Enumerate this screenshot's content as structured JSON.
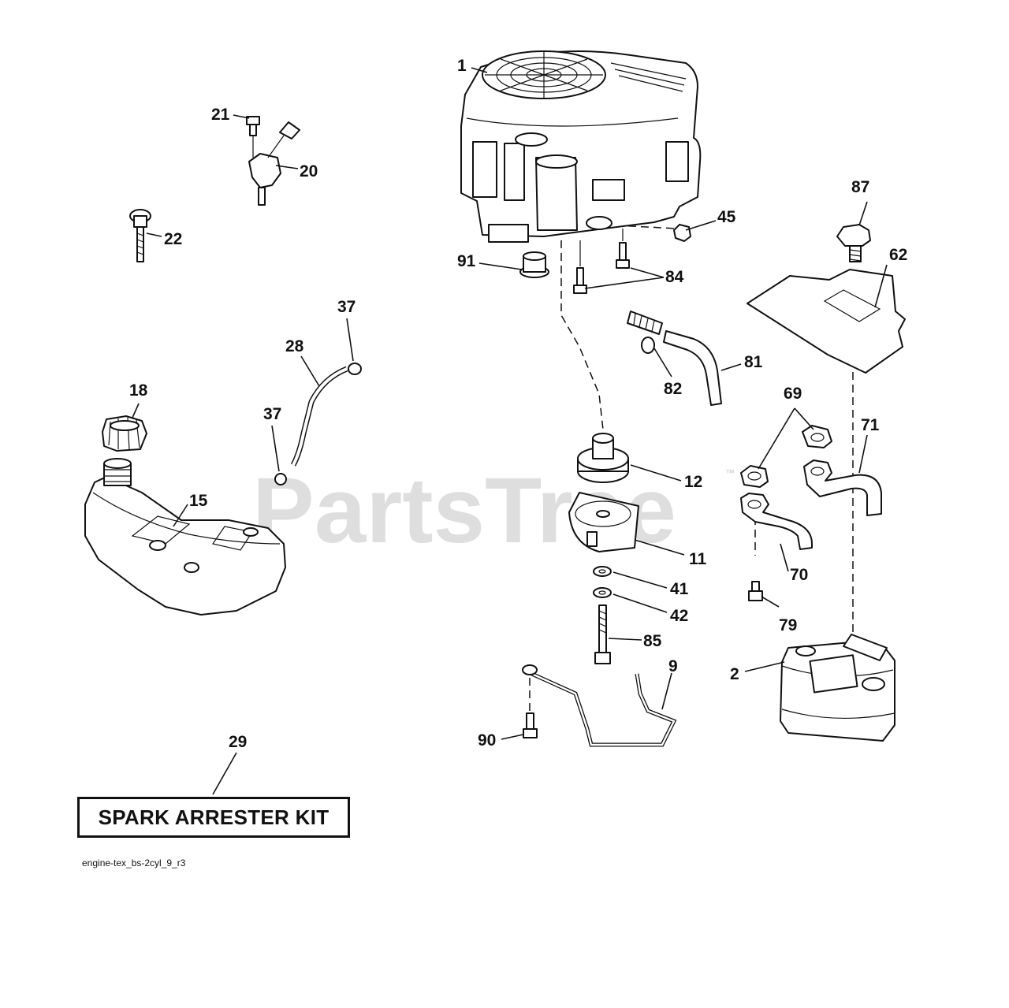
{
  "watermark": {
    "text": "PartsTree",
    "mark": "™"
  },
  "spark_arrester_kit": {
    "label": "SPARK ARRESTER KIT"
  },
  "reference_code": "engine-tex_bs-2cyl_9_r3",
  "callouts": {
    "c1": "1",
    "c2": "2",
    "c9": "9",
    "c11": "11",
    "c12": "12",
    "c15": "15",
    "c18": "18",
    "c20": "20",
    "c21": "21",
    "c22": "22",
    "c28": "28",
    "c29": "29",
    "c37a": "37",
    "c37b": "37",
    "c41": "41",
    "c42": "42",
    "c45": "45",
    "c62": "62",
    "c69": "69",
    "c70": "70",
    "c71": "71",
    "c79": "79",
    "c81": "81",
    "c82": "82",
    "c84": "84",
    "c85": "85",
    "c87": "87",
    "c90": "90",
    "c91": "91"
  }
}
